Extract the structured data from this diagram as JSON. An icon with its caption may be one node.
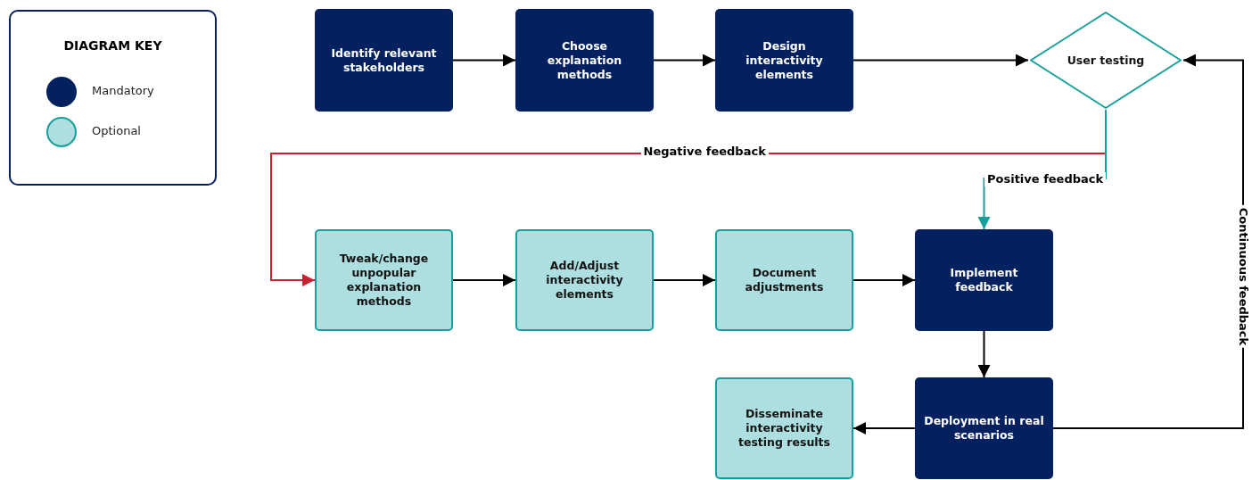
{
  "diagram": {
    "nodes": [
      {
        "text": [
          "Identify relevant stakeholders"
        ]
      },
      {
        "text": [
          "Choose explanation methods"
        ]
      },
      {
        "text": [
          "Design interactivity elements"
        ]
      },
      {
        "text": [
          "User testing"
        ]
      },
      {
        "text": [
          "Tweak/change unpopular explanation methods"
        ]
      },
      {
        "text": [
          "Add/Adjust interactivity elements"
        ]
      },
      {
        "text": [
          "Document adjustments"
        ]
      },
      {
        "text": [
          "Implement feedback"
        ]
      },
      {
        "text": [
          "Disseminate interactivity testing results"
        ]
      },
      {
        "text": [
          "Deployment in real scenarios"
        ]
      }
    ],
    "edges": [
      {
        "from": 0,
        "to": 1,
        "arrow": "to"
      },
      {
        "from": 1,
        "to": 2,
        "arrow": "to"
      },
      {
        "from": 2,
        "to": 3,
        "arrow": "to"
      },
      {
        "from": 3,
        "to": 4,
        "arrow": "to",
        "label": "Negative feedback",
        "color": "#c8202f"
      },
      {
        "from": 3,
        "to": 7,
        "arrow": "to",
        "label": "Positive feedback",
        "color": "#17a09b"
      },
      {
        "from": 4,
        "to": 5,
        "arrow": "to"
      },
      {
        "from": 5,
        "to": 6,
        "arrow": "to"
      },
      {
        "from": 6,
        "to": 7,
        "arrow": "to"
      },
      {
        "from": 7,
        "to": 9,
        "arrow": "to"
      },
      {
        "from": 9,
        "to": 8,
        "arrow": "to"
      },
      {
        "from": 9,
        "to": 3,
        "arrow": "to",
        "label": "Continuous feedback"
      }
    ],
    "labels": [
      "DIAGRAM KEY"
    ],
    "legend": [
      {
        "text": "Mandatory",
        "color": "#03205f"
      },
      {
        "text": "Optional",
        "color": "#addfe0"
      }
    ]
  }
}
